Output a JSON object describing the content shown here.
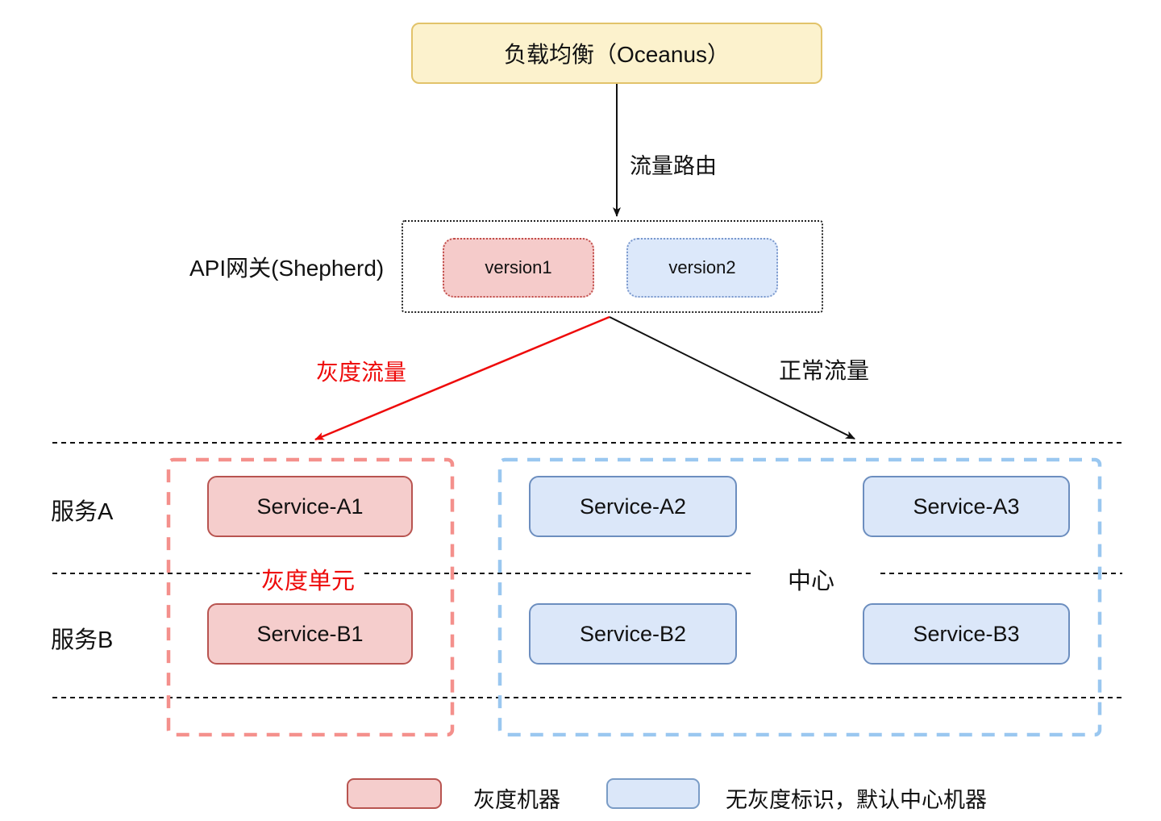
{
  "nodes": {
    "load_balancer": "负载均衡（Oceanus）",
    "traffic_route": "流量路由",
    "api_gateway": "API网关(Shepherd)",
    "version1": "version1",
    "version2": "version2",
    "gray_traffic": "灰度流量",
    "normal_traffic": "正常流量",
    "row_a": "服务A",
    "row_b": "服务B",
    "gray_unit": "灰度单元",
    "center": "中心",
    "services": {
      "a1": "Service-A1",
      "a2": "Service-A2",
      "a3": "Service-A3",
      "b1": "Service-B1",
      "b2": "Service-B2",
      "b3": "Service-B3"
    }
  },
  "legend": {
    "gray_machine": "灰度机器",
    "center_machine": "无灰度标识，默认中心机器"
  },
  "colors": {
    "load_balancer_fill": "#FCF2CD",
    "load_balancer_border": "#E2C36A",
    "gray_fill": "#F5CDCC",
    "gray_border": "#B85450",
    "center_fill": "#DBE7F9",
    "center_border": "#6C8EBF",
    "red_accent": "#EE0A0A",
    "gray_unit_dash": "#F4908C",
    "center_dash": "#9AC7F0"
  }
}
